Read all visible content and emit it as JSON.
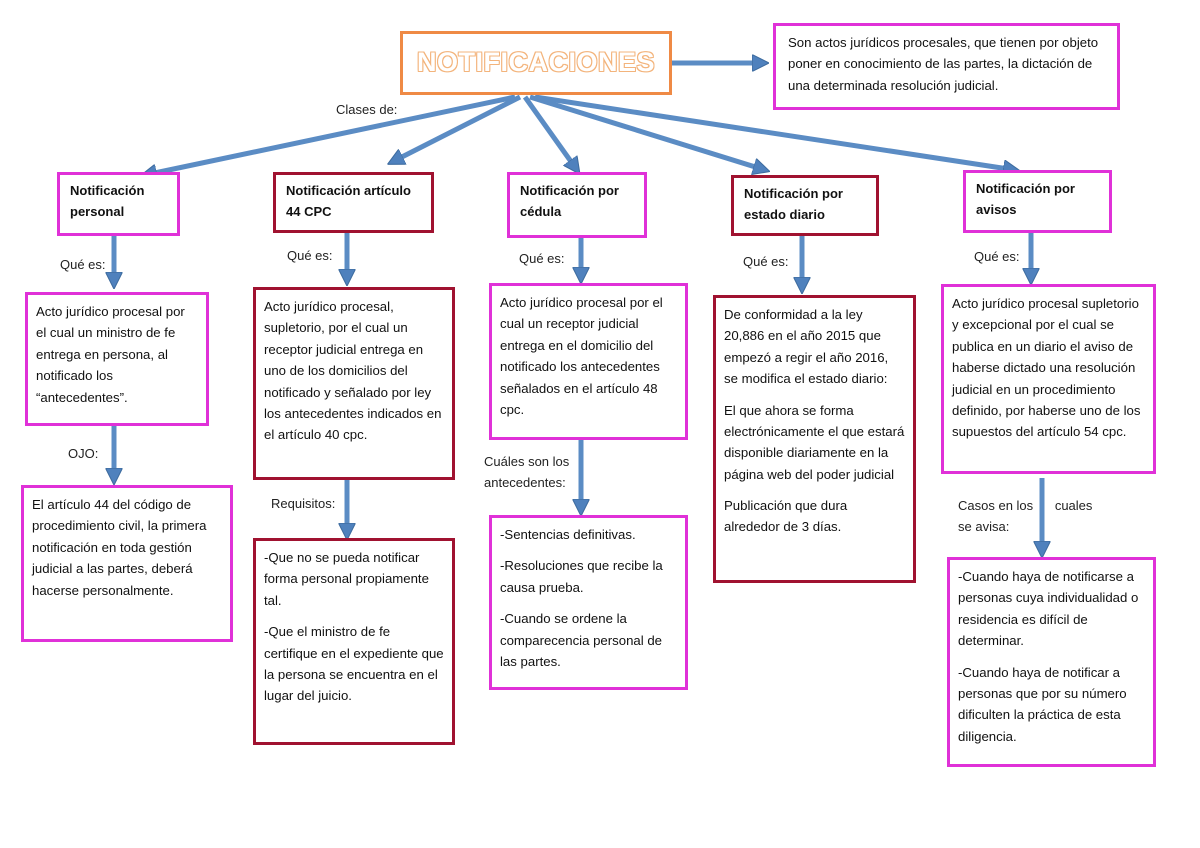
{
  "title": "NOTIFICACIONES",
  "definition": "Son actos jurídicos procesales, que tienen por objeto poner en conocimiento de las partes, la dictación  de una determinada resolución judicial.",
  "clases_label": "Clases de:",
  "columns": [
    {
      "header": "Notificación personal",
      "que_es_label": "Qué es:",
      "que_es_text": "Acto jurídico procesal por el cual un ministro de fe entrega en persona, al notificado los “antecedentes”.",
      "extra_label": "OJO:",
      "extra_items": [
        "El artículo 44 del código de procedimiento civil, la primera notificación en toda gestión judicial a las partes, deberá hacerse personalmente."
      ]
    },
    {
      "header": "Notificación artículo 44 CPC",
      "que_es_label": "Qué es:",
      "que_es_text": "Acto jurídico procesal, supletorio, por el cual un receptor judicial entrega en uno de los domicilios del notificado y señalado por ley los antecedentes indicados en el artículo 40 cpc.",
      "extra_label": "Requisitos:",
      "extra_items": [
        "-Que no se pueda notificar forma personal propiamente tal.",
        "-Que el ministro de fe certifique en el expediente que la persona se encuentra en el lugar del juicio."
      ]
    },
    {
      "header": "Notificación por cédula",
      "que_es_label": "Qué es:",
      "que_es_text": "Acto jurídico procesal por el cual un receptor judicial entrega en el domicilio del notificado los antecedentes señalados en el artículo 48 cpc.",
      "extra_label": "Cuáles son los antecedentes:",
      "extra_items": [
        "-Sentencias definitivas.",
        "-Resoluciones que recibe la causa prueba.",
        "-Cuando se ordene la comparecencia personal de las partes."
      ]
    },
    {
      "header": "Notificación por estado diario",
      "que_es_label": "Qué es:",
      "que_es_paragraphs": [
        "De conformidad a la ley 20,886 en el año 2015 que empezó a regir el año 2016, se modifica el estado diario:",
        "El que ahora se forma electrónicamente el que estará disponible diariamente en la página web del poder judicial",
        "Publicación que dura alrededor de 3 días."
      ]
    },
    {
      "header": "Notificación por avisos",
      "que_es_label": "Qué es:",
      "que_es_text": "Acto jurídico procesal supletorio y excepcional por el cual se publica en un diario el aviso de haberse dictado una resolución judicial en un procedimiento definido, por haberse uno de los supuestos del artículo 54 cpc.",
      "extra_label": "Casos en los      cuales se avisa:",
      "extra_items": [
        "-Cuando haya de notificarse a personas cuya individualidad o residencia es difícil de determinar.",
        "-Cuando haya de notificar a personas que por su número dificulten la práctica de esta diligencia."
      ]
    }
  ],
  "colors": {
    "magenta": "#e031d8",
    "dark_red": "#a01230",
    "orange": "#ef8a45",
    "arrow_blue": "#4f81bd"
  }
}
